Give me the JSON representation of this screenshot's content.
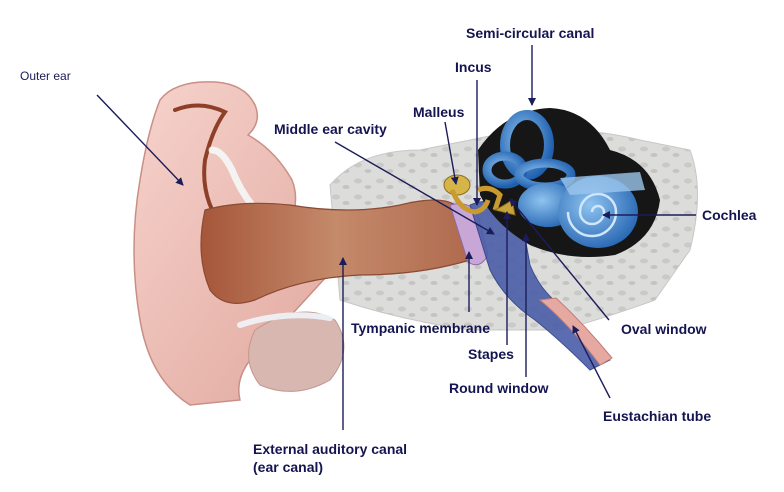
{
  "diagram": {
    "labels": {
      "outer_ear": "Outer ear",
      "semicircular_canal": "Semi-circular canal",
      "incus": "Incus",
      "malleus": "Malleus",
      "middle_ear_cavity": "Middle ear cavity",
      "cochlea": "Cochlea",
      "oval_window": "Oval window",
      "tympanic_membrane": "Tympanic membrane",
      "stapes": "Stapes",
      "round_window": "Round window",
      "eustachian_tube": "Eustachian tube",
      "external_auditory_canal_line1": "External auditory canal",
      "external_auditory_canal_line2": "(ear canal)"
    },
    "colors": {
      "label_text": "#141450",
      "leader_line": "#1c1c5a",
      "outer_ear_skin": "#e9b7ae",
      "canal_brown": "#9b4f34",
      "inner_ear_blue": "#2f7fd0",
      "bone_background": "#d9dad8",
      "ossicle_gold": "#c8a23a"
    }
  }
}
